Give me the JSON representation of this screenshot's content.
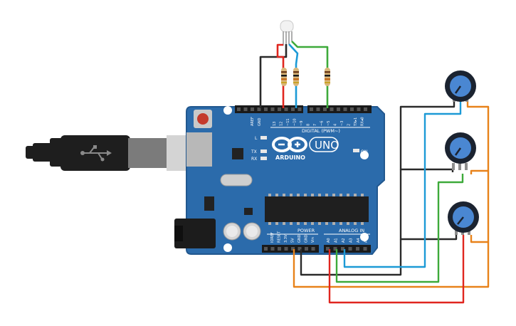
{
  "board": {
    "brand": "ARDUINO",
    "model": "UNO",
    "digital_header_label": "DIGITAL (PWM~)",
    "power_header_label": "POWER",
    "analog_header_label": "ANALOG IN",
    "on_label": "ON",
    "led_l_label": "L",
    "led_tx_label": "TX",
    "led_rx_label": "RX",
    "aref_label": "AREF",
    "gnd_label": "GND",
    "digital_pins": [
      "13",
      "12",
      "~11",
      "~10",
      "~9",
      "8",
      "7",
      "~6",
      "~5",
      "4",
      "~3",
      "2",
      "TX▸1",
      "RX◂0"
    ],
    "power_pins": [
      "IOREF",
      "RESET",
      "3.3V",
      "5V",
      "GND",
      "GND",
      "Vin"
    ],
    "analog_pins": [
      "A0",
      "A1",
      "A2",
      "A3",
      "A4",
      "A5"
    ]
  },
  "colors": {
    "board": "#2b6bab",
    "wire_red": "#e0261f",
    "wire_green": "#3daa3a",
    "wire_blue": "#1c9ad6",
    "wire_orange": "#e8821a",
    "wire_black": "#2a2a2a",
    "knob": "#4a87d2"
  },
  "icons": {
    "usb_symbol": "usb-icon",
    "arduino_logo": "arduino-infinity-logo"
  }
}
